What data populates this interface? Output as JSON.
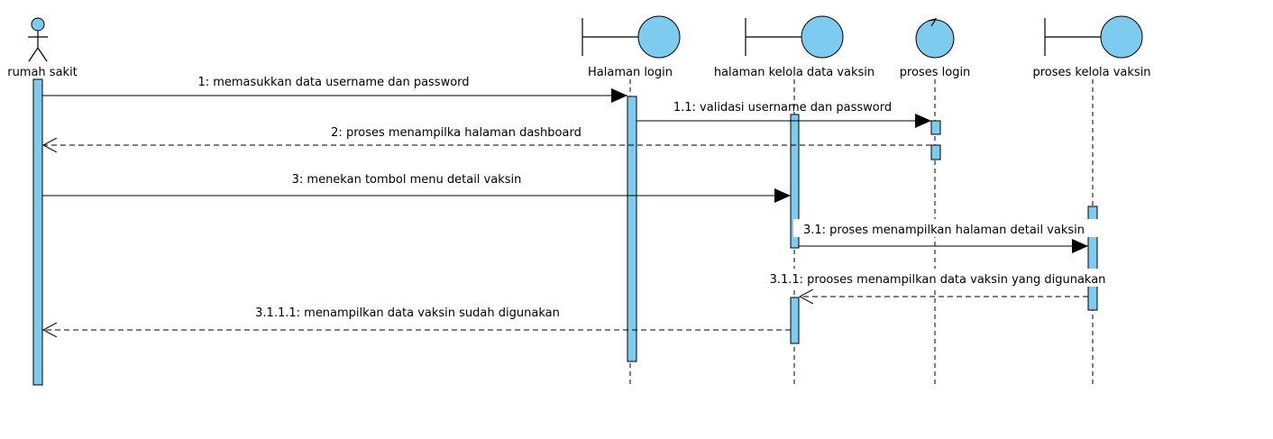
{
  "colors": {
    "element_fill": "#7ecbf0",
    "line": "#000000",
    "background": "#ffffff"
  },
  "participants": [
    {
      "id": "rumah",
      "label": "rumah sakit",
      "kind": "actor"
    },
    {
      "id": "login_ui",
      "label": "Halaman login",
      "kind": "boundary"
    },
    {
      "id": "vaksin_ui",
      "label": "halaman kelola data vaksin",
      "kind": "boundary"
    },
    {
      "id": "proses_login",
      "label": "proses login",
      "kind": "control"
    },
    {
      "id": "proses_vaksin",
      "label": "proses kelola vaksin",
      "kind": "boundary"
    }
  ],
  "messages": [
    {
      "id": "m1",
      "label": "1: memasukkan data username dan password",
      "from": "rumah",
      "to": "login_ui",
      "style": "sync"
    },
    {
      "id": "m2",
      "label": "1.1: validasi username dan  password",
      "from": "login_ui",
      "to": "proses_login",
      "style": "sync"
    },
    {
      "id": "m3",
      "label": "2: proses menampilka halaman dashboard",
      "from": "proses_login",
      "to": "rumah",
      "style": "return"
    },
    {
      "id": "m4",
      "label": "3: menekan tombol menu detail vaksin",
      "from": "rumah",
      "to": "vaksin_ui",
      "style": "sync"
    },
    {
      "id": "m5",
      "label": "3.1: proses menampilkan halaman detail  vaksin",
      "from": "vaksin_ui",
      "to": "proses_vaksin",
      "style": "sync"
    },
    {
      "id": "m6",
      "label": "3.1.1: prooses menampilkan data vaksin yang digunakan",
      "from": "proses_vaksin",
      "to": "vaksin_ui",
      "style": "return"
    },
    {
      "id": "m7",
      "label": "3.1.1.1: menampilkan data vaksin sudah digunakan",
      "from": "vaksin_ui",
      "to": "rumah",
      "style": "return"
    }
  ]
}
